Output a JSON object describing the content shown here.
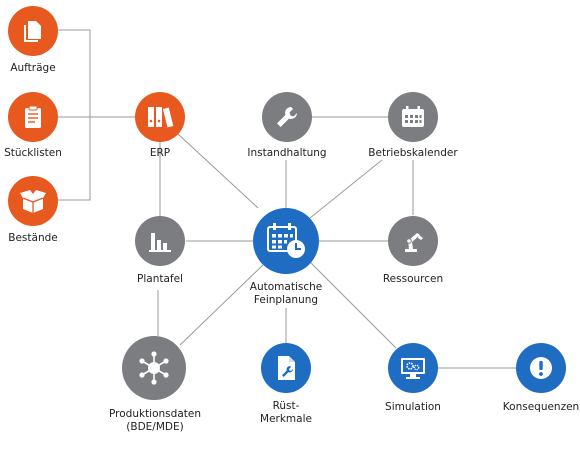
{
  "colors": {
    "orange": "#e8591f",
    "gray": "#7b7d80",
    "blue": "#1f6dc2",
    "line": "#9a9a9a"
  },
  "nodes": {
    "auftraege": {
      "label": "Aufträge",
      "icon": "document-stack-icon"
    },
    "stuecklisten": {
      "label": "Stücklisten",
      "icon": "clipboard-icon"
    },
    "bestaende": {
      "label": "Bestände",
      "icon": "box-icon"
    },
    "erp": {
      "label": "ERP",
      "icon": "binders-icon"
    },
    "instandhaltung": {
      "label": "Instandhaltung",
      "icon": "wrench-icon"
    },
    "betriebskalender": {
      "label": "Betriebskalender",
      "icon": "calendar-grid-icon"
    },
    "plantafel": {
      "label": "Plantafel",
      "icon": "bar-chart-icon"
    },
    "center": {
      "line1": "Automatische",
      "line2": "Feinplanung",
      "icon": "calendar-clock-icon"
    },
    "ressourcen": {
      "label": "Ressourcen",
      "icon": "robot-arm-icon"
    },
    "produktionsdaten": {
      "line1": "Produktionsdaten",
      "line2": "(BDE/MDE)",
      "icon": "network-hub-icon"
    },
    "ruest": {
      "line1": "Rüst-",
      "line2": "Merkmale",
      "icon": "document-wrench-icon"
    },
    "simulation": {
      "label": "Simulation",
      "icon": "monitor-gears-icon"
    },
    "konsequenzen": {
      "label": "Konsequenzen",
      "icon": "exclamation-icon"
    }
  }
}
